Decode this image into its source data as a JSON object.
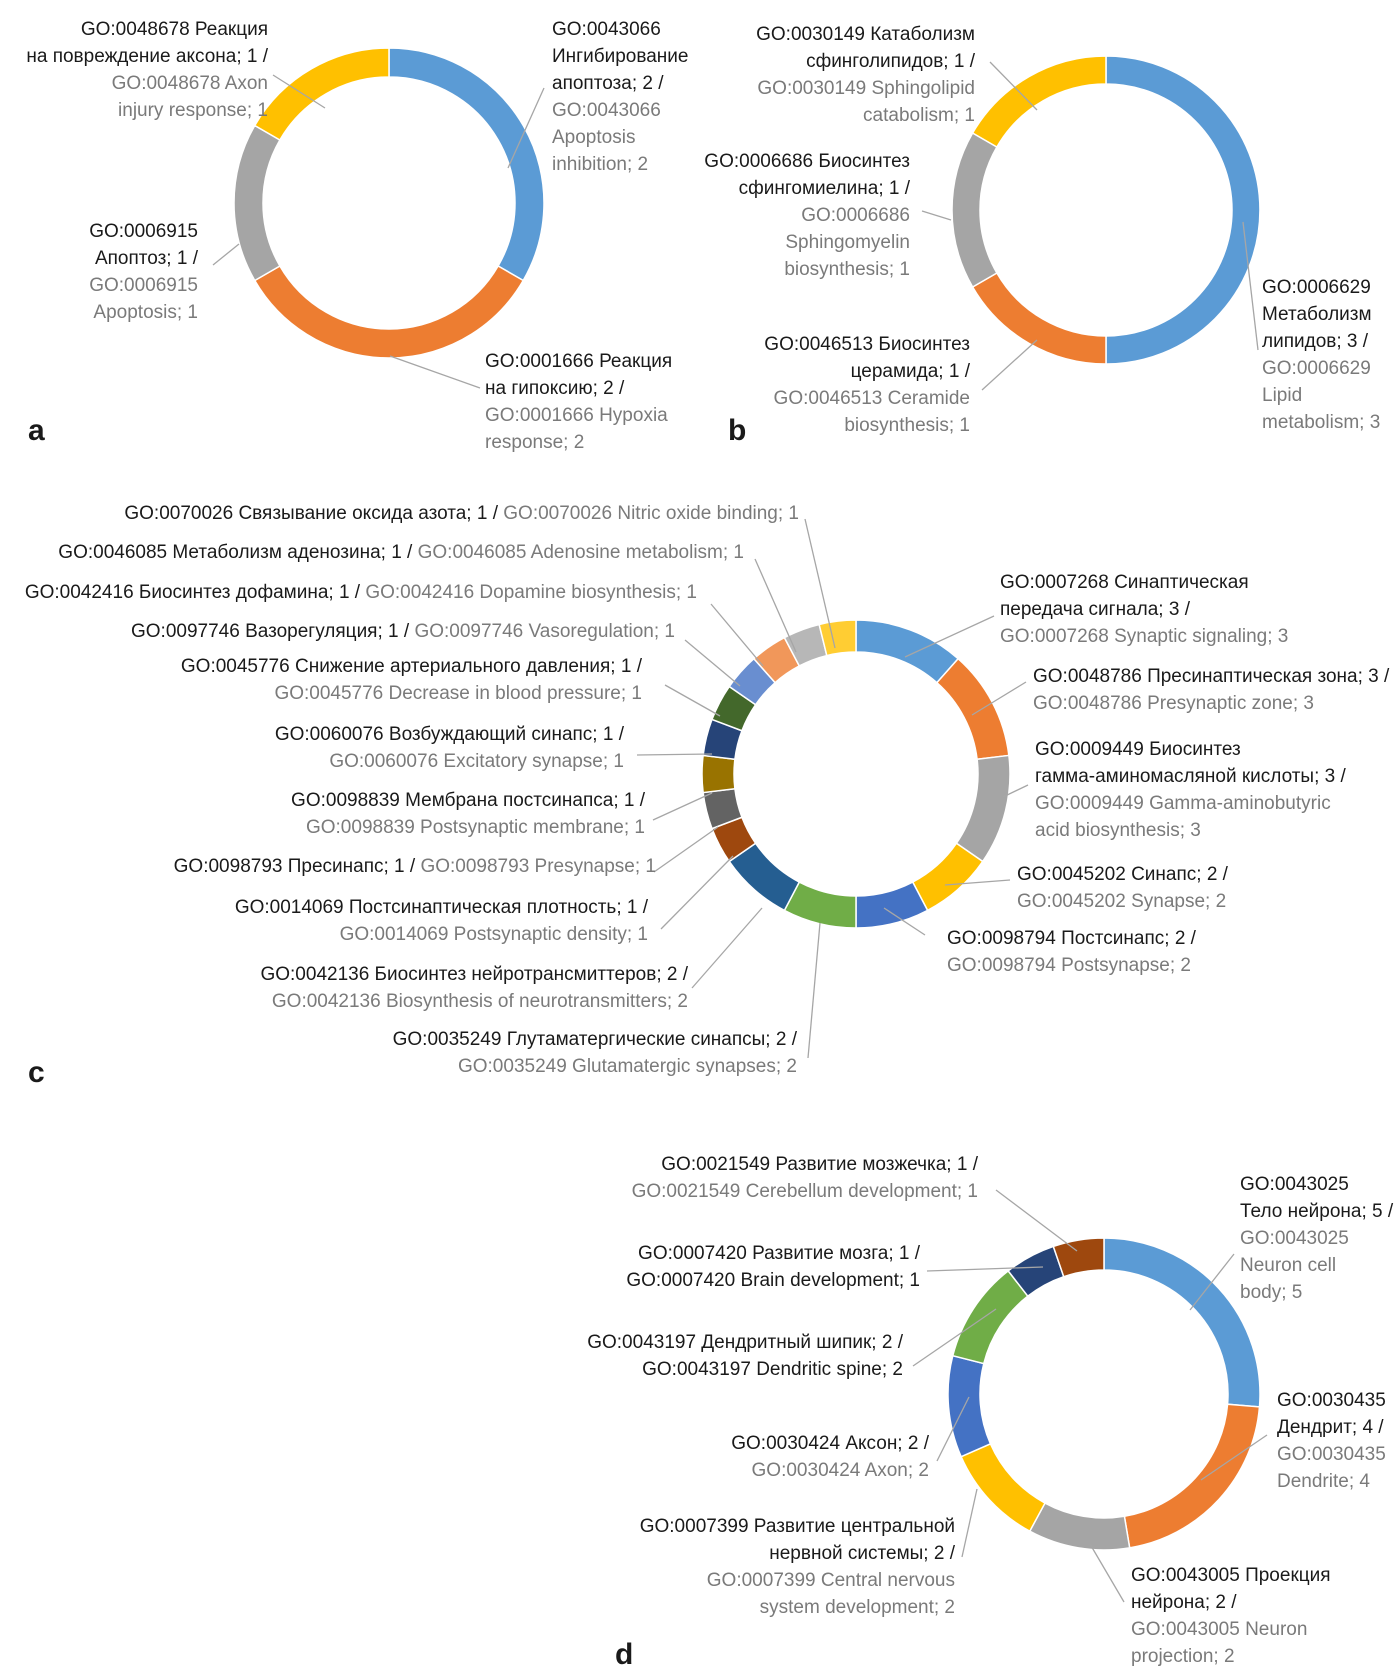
{
  "colors": {
    "blue": "#5b9bd5",
    "orange": "#ed7d31",
    "gray": "#a5a5a5",
    "yellow": "#ffc000",
    "medblue": "#4472c4",
    "green": "#70ad47",
    "darkblue": "#264478",
    "darkorange": "#9e480e",
    "darkgray": "#636363",
    "olive": "#997300",
    "navy": "#255e91",
    "darkgreen": "#43682b",
    "ltblue": "#698ed0",
    "peach": "#f1975a",
    "ltgray": "#b7b7b7",
    "gold": "#ffcd33",
    "label_ru": "#1a1a1a",
    "label_en": "#7a7a7a",
    "leader": "#a6a6a6"
  },
  "chart_data": [
    {
      "type": "pie",
      "variant": "donut",
      "panel": "a",
      "slices": [
        {
          "id": "s0",
          "color": "blue",
          "value": 2,
          "lines": [
            [
              "GO:0043066",
              "ru"
            ],
            [
              "Ингибирование",
              "ru"
            ],
            [
              "апоптоза; 2 /",
              "ru"
            ],
            [
              "GO:0043066",
              "en"
            ],
            [
              "Apoptosis",
              "en"
            ],
            [
              "inhibition; 2",
              "en"
            ]
          ]
        },
        {
          "id": "s1",
          "color": "orange",
          "value": 2,
          "lines": [
            [
              "GO:0001666 Реакция",
              "ru"
            ],
            [
              "на гипоксию; 2 /",
              "ru"
            ],
            [
              "GO:0001666 Hypoxia",
              "en"
            ],
            [
              "response; 2",
              "en"
            ]
          ]
        },
        {
          "id": "s2",
          "color": "gray",
          "value": 1,
          "lines": [
            [
              "GO:0006915",
              "ru"
            ],
            [
              "Апоптоз; 1 /",
              "ru"
            ],
            [
              "GO:0006915",
              "en"
            ],
            [
              "Apoptosis; 1",
              "en"
            ]
          ]
        },
        {
          "id": "s3",
          "color": "yellow",
          "value": 1,
          "lines": [
            [
              "GO:0048678 Реакция",
              "ru"
            ],
            [
              "на повреждение аксона; 1 /",
              "ru"
            ],
            [
              "GO:0048678 Axon",
              "en"
            ],
            [
              "injury response; 1",
              "en"
            ]
          ]
        }
      ]
    },
    {
      "type": "pie",
      "variant": "donut",
      "panel": "b",
      "slices": [
        {
          "id": "s0",
          "color": "blue",
          "value": 3,
          "lines": [
            [
              "GO:0006629",
              "ru"
            ],
            [
              "Метаболизм",
              "ru"
            ],
            [
              "липидов; 3 /",
              "ru"
            ],
            [
              "GO:0006629",
              "en"
            ],
            [
              "Lipid",
              "en"
            ],
            [
              "metabolism; 3",
              "en"
            ]
          ]
        },
        {
          "id": "s1",
          "color": "orange",
          "value": 1,
          "lines": [
            [
              "GO:0046513 Биосинтез",
              "ru"
            ],
            [
              "церамида; 1 /",
              "ru"
            ],
            [
              "GO:0046513 Ceramide",
              "en"
            ],
            [
              "biosynthesis; 1",
              "en"
            ]
          ]
        },
        {
          "id": "s2",
          "color": "gray",
          "value": 1,
          "lines": [
            [
              "GO:0006686 Биосинтез",
              "ru"
            ],
            [
              "сфингомиелина; 1 /",
              "ru"
            ],
            [
              "GO:0006686",
              "en"
            ],
            [
              "Sphingomyelin",
              "en"
            ],
            [
              "biosynthesis; 1",
              "en"
            ]
          ]
        },
        {
          "id": "s3",
          "color": "yellow",
          "value": 1,
          "lines": [
            [
              "GO:0030149 Катаболизм",
              "ru"
            ],
            [
              "сфинголипидов; 1 /",
              "ru"
            ],
            [
              "GO:0030149 Sphingolipid",
              "en"
            ],
            [
              "catabolism; 1",
              "en"
            ]
          ]
        }
      ]
    },
    {
      "type": "pie",
      "variant": "donut",
      "panel": "c",
      "slices": [
        {
          "id": "s0",
          "color": "blue",
          "value": 3,
          "lines": [
            [
              "GO:0007268 Синаптическая",
              "ru"
            ],
            [
              "передача сигнала; 3 /",
              "ru"
            ],
            [
              "GO:0007268 Synaptic signaling; 3",
              "en"
            ]
          ]
        },
        {
          "id": "s1",
          "color": "orange",
          "value": 3,
          "lines": [
            [
              "GO:0048786 Пресинаптическая зона; 3 /",
              "ru"
            ],
            [
              "GO:0048786 Presynaptic zone; 3",
              "en"
            ]
          ]
        },
        {
          "id": "s2",
          "color": "gray",
          "value": 3,
          "lines": [
            [
              "GO:0009449 Биосинтез",
              "ru"
            ],
            [
              "гамма-аминомасляной кислоты; 3 /",
              "ru"
            ],
            [
              "GO:0009449 Gamma-aminobutyric",
              "en"
            ],
            [
              "acid biosynthesis; 3",
              "en"
            ]
          ]
        },
        {
          "id": "s3",
          "color": "yellow",
          "value": 2,
          "lines": [
            [
              "GO:0045202 Синапс; 2 /",
              "ru"
            ],
            [
              "GO:0045202 Synapse; 2",
              "en"
            ]
          ]
        },
        {
          "id": "s4",
          "color": "medblue",
          "value": 2,
          "lines": [
            [
              "GO:0098794 Постсинапс; 2 /",
              "ru"
            ],
            [
              "GO:0098794 Postsynapse; 2",
              "en"
            ]
          ]
        },
        {
          "id": "s5",
          "color": "green",
          "value": 2,
          "lines": [
            [
              "GO:0035249 Глутаматергические синапсы; 2 /",
              "ru"
            ],
            [
              "GO:0035249 Glutamatergic synapses; 2",
              "en"
            ]
          ]
        },
        {
          "id": "s6",
          "color": "navy",
          "value": 2,
          "lines": [
            [
              "GO:0042136 Биосинтез нейротрансмиттеров; 2 /",
              "ru"
            ],
            [
              "GO:0042136 Biosynthesis of neurotransmitters; 2",
              "en"
            ]
          ]
        },
        {
          "id": "s7",
          "color": "darkorange",
          "value": 1,
          "lines": [
            [
              "GO:0014069 Постсинаптическая плотность; 1 /",
              "ru"
            ],
            [
              "GO:0014069 Postsynaptic density; 1",
              "en"
            ]
          ]
        },
        {
          "id": "s8",
          "color": "darkgray",
          "value": 1,
          "lines": [
            [
              "GO:0098793 Пресинапс; 1 / ",
              "ru"
            ],
            [
              "GO:0098793 Presynapse; 1",
              "en"
            ]
          ]
        },
        {
          "id": "s9",
          "color": "olive",
          "value": 1,
          "lines": [
            [
              "GO:0098839 Мембрана постсинапса; 1 /",
              "ru"
            ],
            [
              "GO:0098839 Postsynaptic membrane; 1",
              "en"
            ]
          ]
        },
        {
          "id": "s10",
          "color": "darkblue",
          "value": 1,
          "lines": [
            [
              "GO:0060076 Возбуждающий синапс; 1 /",
              "ru"
            ],
            [
              "GO:0060076 Excitatory synapse; 1",
              "en"
            ]
          ]
        },
        {
          "id": "s11",
          "color": "darkgreen",
          "value": 1,
          "lines": [
            [
              "GO:0045776 Снижение артериального давления; 1 /",
              "ru"
            ],
            [
              "GO:0045776 Decrease in blood pressure; 1",
              "en"
            ]
          ]
        },
        {
          "id": "s12",
          "color": "ltblue",
          "value": 1,
          "lines": [
            [
              "GO:0097746 Вазорегуляция; 1 / ",
              "ru"
            ],
            [
              "GO:0097746 Vasoregulation; 1",
              "en"
            ]
          ]
        },
        {
          "id": "s13",
          "color": "peach",
          "value": 1,
          "lines": [
            [
              "GO:0042416 Биосинтез дофамина; 1 / ",
              "ru"
            ],
            [
              "GO:0042416 Dopamine biosynthesis; 1",
              "en"
            ]
          ]
        },
        {
          "id": "s14",
          "color": "ltgray",
          "value": 1,
          "lines": [
            [
              "GO:0046085 Метаболизм аденозина; 1 / ",
              "ru"
            ],
            [
              "GO:0046085 Adenosine metabolism; 1",
              "en"
            ]
          ]
        },
        {
          "id": "s15",
          "color": "gold",
          "value": 1,
          "lines": [
            [
              "GO:0070026 Связывание оксида азота; 1 / ",
              "ru"
            ],
            [
              "GO:0070026 Nitric oxide binding; 1",
              "en"
            ]
          ]
        }
      ]
    },
    {
      "type": "pie",
      "variant": "donut",
      "panel": "d",
      "slices": [
        {
          "id": "s0",
          "color": "blue",
          "value": 5,
          "lines": [
            [
              "GO:0043025",
              "ru"
            ],
            [
              "Тело нейрона; 5 /",
              "ru"
            ],
            [
              "GO:0043025",
              "en"
            ],
            [
              "Neuron cell",
              "en"
            ],
            [
              "body; 5",
              "en"
            ]
          ]
        },
        {
          "id": "s1",
          "color": "orange",
          "value": 4,
          "lines": [
            [
              "GO:0030435",
              "ru"
            ],
            [
              "Дендрит; 4 /",
              "ru"
            ],
            [
              "GO:0030435",
              "en"
            ],
            [
              "Dendrite; 4",
              "en"
            ]
          ]
        },
        {
          "id": "s2",
          "color": "gray",
          "value": 2,
          "lines": [
            [
              "GO:0043005 Проекция",
              "ru"
            ],
            [
              "нейрона; 2 /",
              "ru"
            ],
            [
              "GO:0043005 Neuron",
              "en"
            ],
            [
              "projection; 2",
              "en"
            ]
          ]
        },
        {
          "id": "s3",
          "color": "yellow",
          "value": 2,
          "lines": [
            [
              "GO:0007399 Развитие центральной",
              "ru"
            ],
            [
              "нервной системы; 2 /",
              "ru"
            ],
            [
              "GO:0007399 Central nervous",
              "en"
            ],
            [
              "system development; 2",
              "en"
            ]
          ]
        },
        {
          "id": "s4",
          "color": "medblue",
          "value": 2,
          "lines": [
            [
              "GO:0030424 Аксон; 2 /",
              "ru"
            ],
            [
              "GO:0030424 Axon; 2",
              "en"
            ]
          ]
        },
        {
          "id": "s5",
          "color": "green",
          "value": 2,
          "lines": [
            [
              "GO:0043197 Дендритный шипик; 2 /",
              "ru"
            ],
            [
              "GO:0043197 Dendritic spine; 2",
              "ru"
            ]
          ]
        },
        {
          "id": "s6",
          "color": "darkblue",
          "value": 1,
          "lines": [
            [
              "GO:0007420 Развитие мозга; 1 /",
              "ru"
            ],
            [
              "GO:0007420 Brain development; 1",
              "ru"
            ]
          ]
        },
        {
          "id": "s7",
          "color": "darkorange",
          "value": 1,
          "lines": [
            [
              "GO:0021549 Развитие мозжечка; 1 /",
              "ru"
            ],
            [
              "GO:0021549 Cerebellum development; 1",
              "en"
            ]
          ]
        }
      ]
    }
  ]
}
